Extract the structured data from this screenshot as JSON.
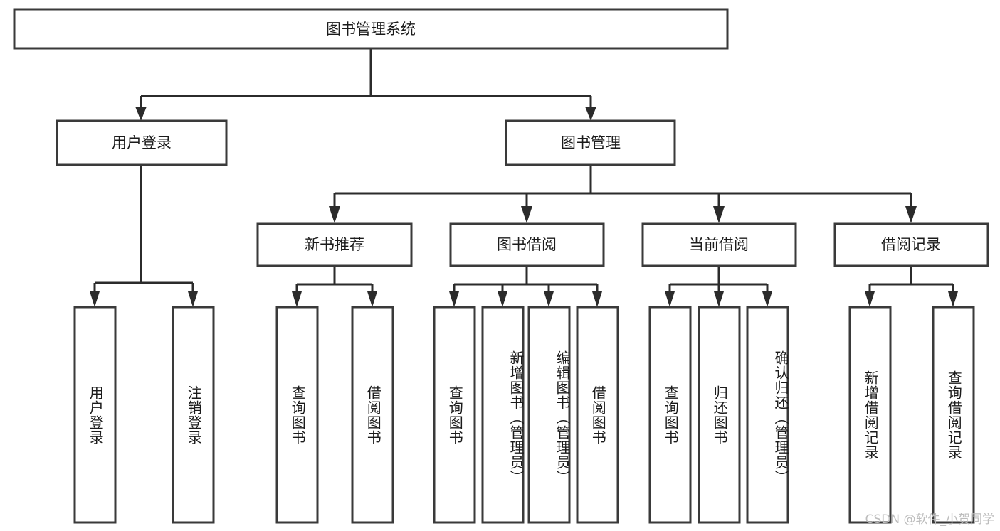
{
  "diagram": {
    "title": "图书管理系统",
    "type": "tree",
    "watermark": "CSDN @软件_小贺同学",
    "levels": {
      "root": {
        "label": "图书管理系统"
      },
      "level2": [
        {
          "label": "用户登录"
        },
        {
          "label": "图书管理"
        }
      ],
      "level3": [
        {
          "label": "新书推荐"
        },
        {
          "label": "图书借阅"
        },
        {
          "label": "当前借阅"
        },
        {
          "label": "借阅记录"
        }
      ],
      "leaves": [
        {
          "label": "用户登录",
          "parent": "用户登录"
        },
        {
          "label": "注销登录",
          "parent": "用户登录"
        },
        {
          "label": "查询图书",
          "parent": "新书推荐"
        },
        {
          "label": "借阅图书",
          "parent": "新书推荐"
        },
        {
          "label": "查询图书",
          "parent": "图书借阅"
        },
        {
          "label": "新增图书（管理员）",
          "parent": "图书借阅"
        },
        {
          "label": "编辑图书（管理员）",
          "parent": "图书借阅"
        },
        {
          "label": "借阅图书",
          "parent": "图书借阅"
        },
        {
          "label": "查询图书",
          "parent": "当前借阅"
        },
        {
          "label": "归还图书",
          "parent": "当前借阅"
        },
        {
          "label": "确认归还（管理员）",
          "parent": "当前借阅"
        },
        {
          "label": "新增借阅记录",
          "parent": "借阅记录"
        },
        {
          "label": "查询借阅记录",
          "parent": "借阅记录"
        }
      ]
    },
    "colors": {
      "box_border": "#3a3a3a",
      "connector": "#2b2b2b",
      "text": "#1b1b1b",
      "background": "#ffffff",
      "watermark": "#bdbdbd"
    }
  }
}
